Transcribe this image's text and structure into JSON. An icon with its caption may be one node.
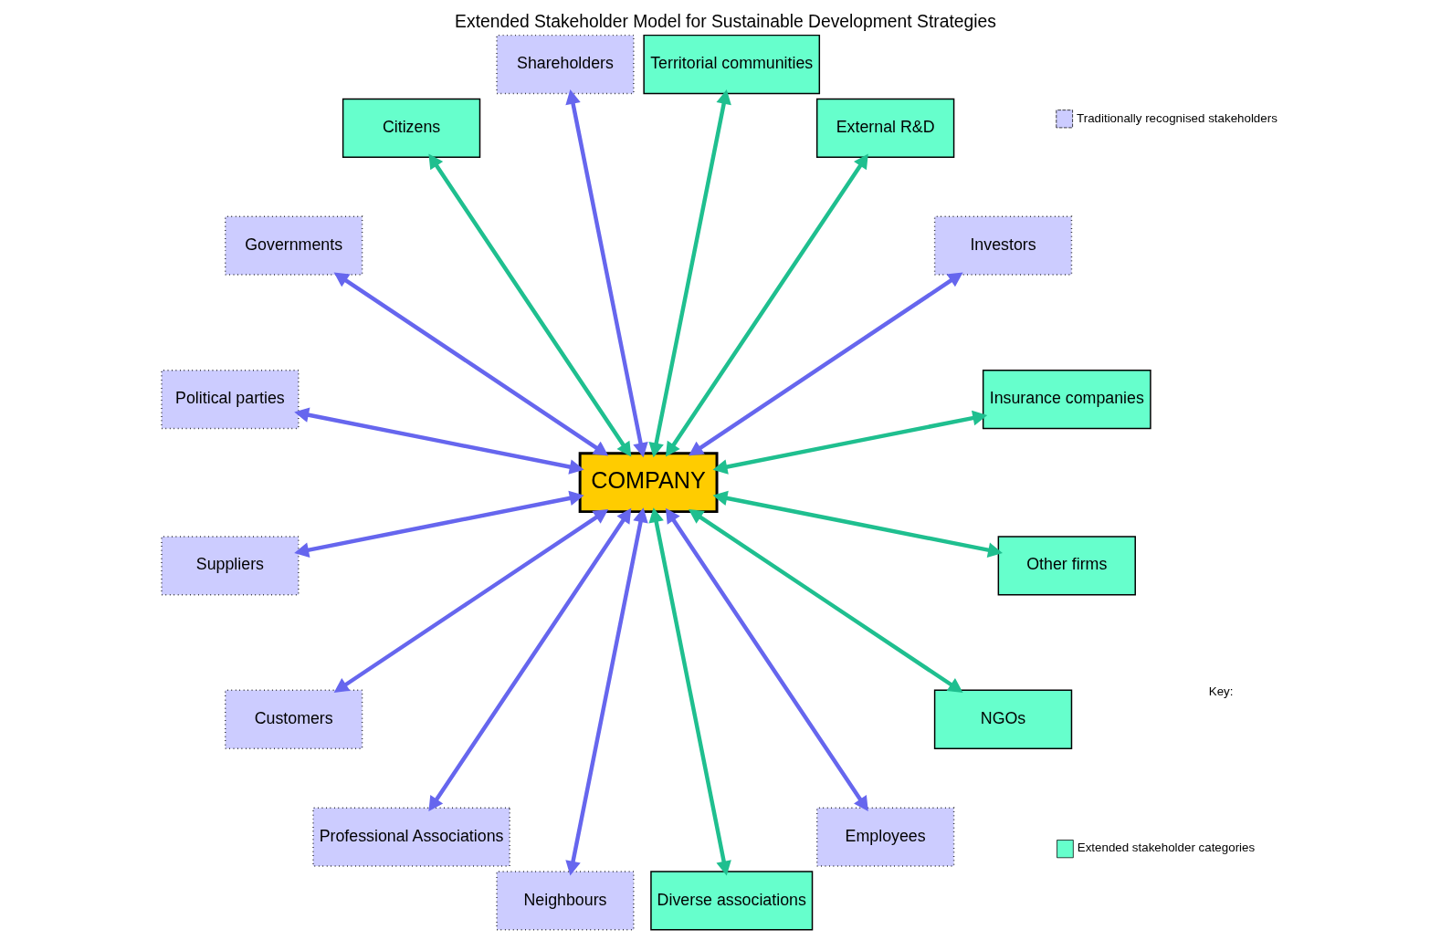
{
  "diagram": {
    "title": "Extended Stakeholder Model for Sustainable Development Strategies",
    "nodes": [
      {
        "text": [
          "Insurance companies"
        ]
      },
      {
        "text": [
          "Investors"
        ]
      },
      {
        "text": [
          "External R&D"
        ]
      },
      {
        "text": [
          "Territorial communities"
        ]
      },
      {
        "text": [
          "Shareholders"
        ]
      },
      {
        "text": [
          "Citizens"
        ]
      },
      {
        "text": [
          "Governments"
        ]
      },
      {
        "text": [
          "Political parties"
        ]
      },
      {
        "text": [
          "Suppliers"
        ]
      },
      {
        "text": [
          "COMPANY"
        ]
      },
      {
        "text": [
          "Customers"
        ]
      },
      {
        "text": [
          "Professional Associations"
        ]
      },
      {
        "text": [
          "Neighbours"
        ]
      },
      {
        "text": [
          "Diverse associations"
        ]
      },
      {
        "text": [
          "Employees"
        ]
      },
      {
        "text": [
          "NGOs"
        ]
      },
      {
        "text": [
          "Other firms"
        ]
      }
    ],
    "edges": [
      {
        "from": 9,
        "to": 0,
        "arrow": "both",
        "color": "#1fbf8f"
      },
      {
        "from": 9,
        "to": 1,
        "arrow": "both"
      },
      {
        "from": 9,
        "to": 2,
        "arrow": "both",
        "color": "#1fbf8f"
      },
      {
        "from": 9,
        "to": 3,
        "arrow": "both",
        "color": "#1fbf8f"
      },
      {
        "from": 9,
        "to": 5,
        "arrow": "both",
        "color": "#1fbf8f"
      },
      {
        "from": 9,
        "to": 7,
        "arrow": "both"
      },
      {
        "from": 9,
        "to": 10,
        "arrow": "both"
      },
      {
        "from": 9,
        "to": 12,
        "arrow": "both"
      },
      {
        "from": 9,
        "to": 16,
        "arrow": "both",
        "color": "#1fbf8f"
      },
      {
        "from": 9,
        "to": 15,
        "arrow": "both",
        "color": "#1fbf8f"
      },
      {
        "from": 9,
        "to": 14,
        "arrow": "both"
      },
      {
        "from": 9,
        "to": 13,
        "arrow": "both",
        "color": "#1fbf8f"
      },
      {
        "from": 9,
        "to": 11,
        "arrow": "both"
      },
      {
        "from": 9,
        "to": 8,
        "arrow": "both"
      },
      {
        "from": 9,
        "to": 6,
        "arrow": "both"
      },
      {
        "from": 9,
        "to": 4,
        "arrow": "both"
      }
    ],
    "labels": [
      "Key:"
    ],
    "legend": [
      {
        "text": "Traditionally recognised stakeholders",
        "color": "#ccccff"
      },
      {
        "text": "Extended stakeholder categories",
        "color": "#66ffcc"
      }
    ]
  }
}
